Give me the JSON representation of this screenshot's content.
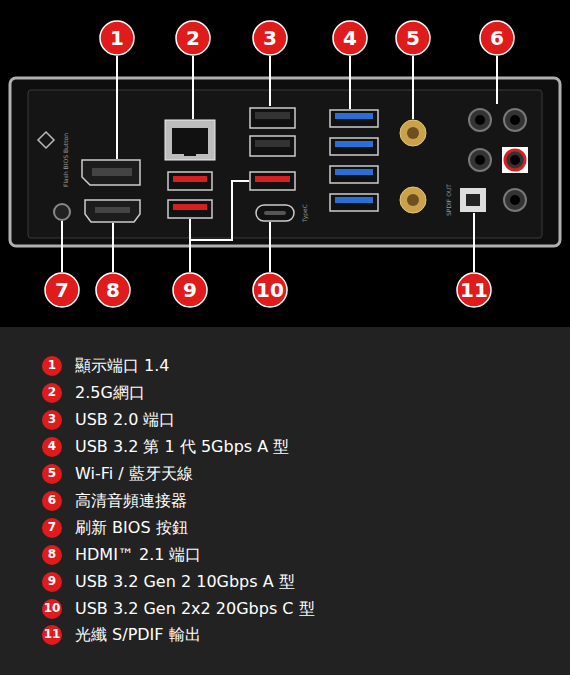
{
  "diagram": {
    "labels": [
      "1",
      "2",
      "3",
      "4",
      "5",
      "6",
      "7",
      "8",
      "9",
      "10",
      "11",
      "Flash BIOS Button",
      "TypeC",
      "SPDIF OUT",
      "1",
      "顯示端口 1.4",
      "2",
      "2.5G網口",
      "3",
      "USB 2.0 端口",
      "4",
      "USB 3.2 第 1 代 5Gbps A 型",
      "5",
      "Wi-Fi / 藍牙天線",
      "6",
      "高清音頻連接器",
      "7",
      "刷新 BIOS 按鈕",
      "8",
      "HDMI™ 2.1 端口",
      "9",
      "USB 3.2 Gen 2 10Gbps A 型",
      "10",
      "USB 3.2 Gen 2x2 20Gbps C 型",
      "11",
      "光纖 S/PDIF 輸出"
    ]
  }
}
